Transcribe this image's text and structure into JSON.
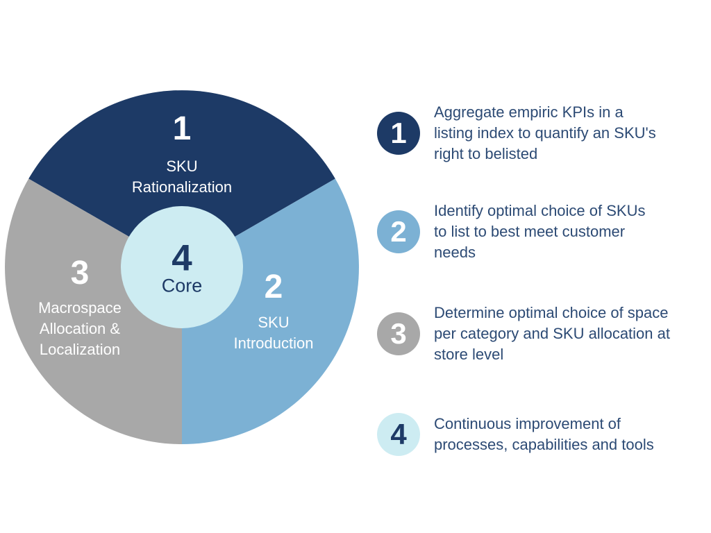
{
  "colors": {
    "navy": "#1d3a66",
    "blue": "#7cb1d4",
    "gray": "#a8a8a8",
    "pale": "#cdecf2",
    "list_text": "#2c4a74",
    "white": "#ffffff",
    "background": "#ffffff"
  },
  "pie": {
    "segments": [
      {
        "number": "1",
        "label": "SKU\nRationalization",
        "color": "#1d3a66"
      },
      {
        "number": "2",
        "label": "SKU\nIntroduction",
        "color": "#7cb1d4"
      },
      {
        "number": "3",
        "label": "Macrospace\nAllocation &\nLocalization",
        "color": "#a8a8a8"
      }
    ],
    "center": {
      "number": "4",
      "label": "Core",
      "color": "#cdecf2",
      "text_color": "#1d3a66"
    }
  },
  "list": {
    "items": [
      {
        "number": "1",
        "text": "Aggregate empiric KPIs in a\nlisting index to quantify an SKU's\nright to belisted",
        "circle_color": "#1d3a66",
        "number_color": "#ffffff"
      },
      {
        "number": "2",
        "text": "Identify optimal choice of SKUs\nto list to best meet customer\nneeds",
        "circle_color": "#7cb1d4",
        "number_color": "#ffffff"
      },
      {
        "number": "3",
        "text": "Determine optimal choice of space\nper category and SKU allocation at\nstore level",
        "circle_color": "#a8a8a8",
        "number_color": "#ffffff"
      },
      {
        "number": "4",
        "text": "Continuous improvement of\nprocesses, capabilities and tools",
        "circle_color": "#cdecf2",
        "number_color": "#1d3a66"
      }
    ]
  }
}
